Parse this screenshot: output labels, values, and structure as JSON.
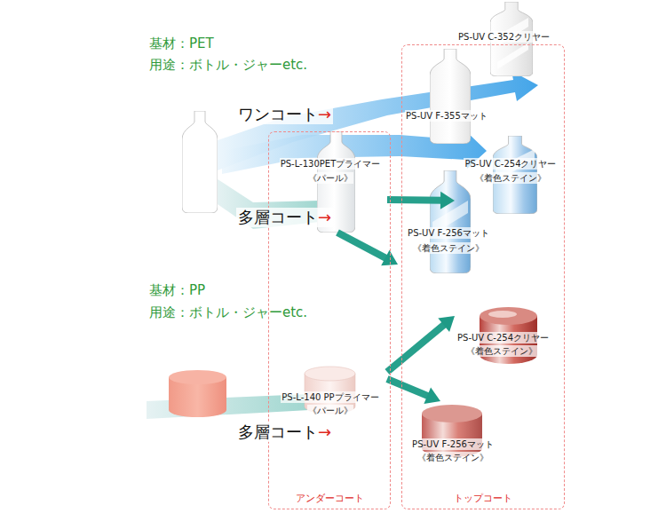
{
  "diagram": {
    "nodes": [
      {
        "text": [
          "アンダーコート"
        ]
      },
      {
        "text": [
          "トップコート"
        ]
      },
      {
        "text": [
          "PS-UV C-352クリヤー"
        ],
        "in": 1
      },
      {
        "text": [
          "PS-UV F-355マット"
        ],
        "in": 1
      },
      {
        "text": [
          "PS-L-130PETプライマー",
          "《パール》"
        ],
        "in": 0
      },
      {
        "text": [
          "PS-UV C-254クリヤー",
          "《着色ステイン》"
        ],
        "in": 1
      },
      {
        "text": [
          "PS-UV F-256マット",
          "《着色ステイン》"
        ],
        "in": 1
      },
      {
        "text": [
          "PS-L-140 PPプライマー",
          "《パール》"
        ],
        "in": 0
      },
      {
        "text": [
          "PS-UV C-254クリヤー",
          "《着色ステイン》"
        ],
        "in": 1
      },
      {
        "text": [
          "PS-UV F-256マット",
          "《着色ステイン》"
        ],
        "in": 1
      }
    ],
    "edges": [
      {
        "from": 4,
        "to": 5,
        "arrow": "to"
      },
      {
        "from": 4,
        "to": 6,
        "arrow": "to"
      },
      {
        "from": 7,
        "to": 8,
        "arrow": "to"
      },
      {
        "from": 7,
        "to": 9,
        "arrow": "to"
      }
    ],
    "labels": [
      "基材：PET",
      "用途：ボトル・ジャーetc.",
      "ワンコート",
      "→",
      "多層コート",
      "→",
      "基材：PP",
      "用途：ボトル・ジャーetc.",
      "多層コート",
      "→"
    ]
  }
}
